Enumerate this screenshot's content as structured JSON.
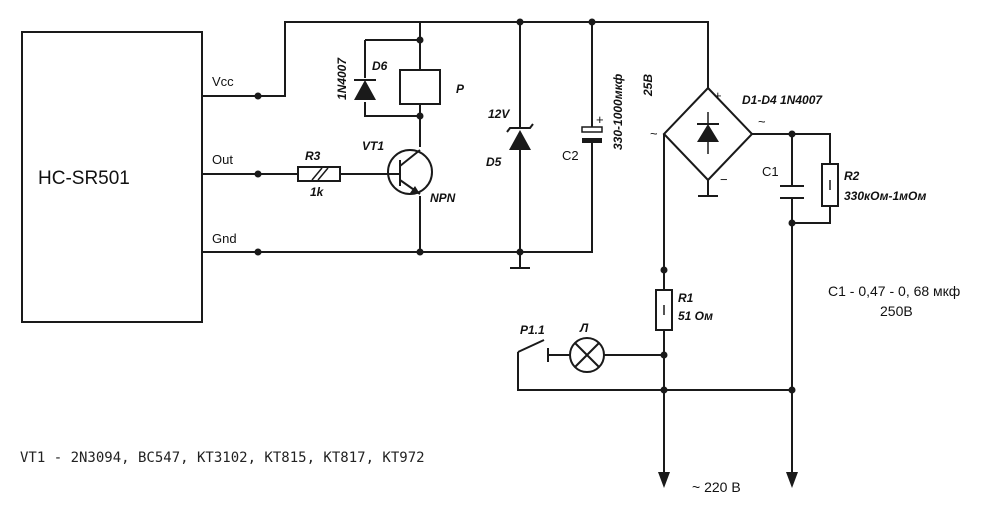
{
  "module": {
    "name": "HC-SR501",
    "pin_vcc": "Vcc",
    "pin_out": "Out",
    "pin_gnd": "Gnd"
  },
  "components": {
    "r3": {
      "ref": "R3",
      "value": "1k"
    },
    "vt1": {
      "ref": "VT1",
      "type": "NPN"
    },
    "d6": {
      "ref": "D6",
      "part": "1N4007"
    },
    "relay": {
      "ref": "P"
    },
    "d5": {
      "ref": "D5",
      "value": "12V"
    },
    "c2": {
      "ref": "C2",
      "value": "330-1000мкф",
      "voltage": "25В",
      "plus": "+"
    },
    "bridge": {
      "ref": "D1-D4 1N4007",
      "plus": "+",
      "minus": "−",
      "ac1": "~",
      "ac2": "~"
    },
    "c1": {
      "ref": "C1"
    },
    "r2": {
      "ref": "R2",
      "value": "330кОм-1мОм"
    },
    "r1": {
      "ref": "R1",
      "value": "51 Ом"
    },
    "contact": {
      "ref": "P1.1"
    },
    "lamp": {
      "ref": "Л"
    }
  },
  "notes": {
    "c1_spec": "C1 - 0,47 - 0, 68 мкф",
    "c1_voltage": "250В",
    "vt1_alternatives": "VT1 - 2N3094, BC547, KT3102, KT815, KT817, KT972",
    "mains": "~ 220 В"
  }
}
